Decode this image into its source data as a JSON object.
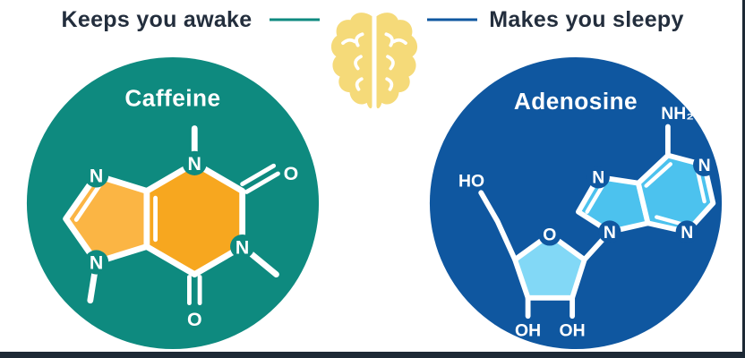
{
  "header": {
    "left_label": "Keeps you awake",
    "right_label": "Makes you sleepy"
  },
  "colors": {
    "headline_text": "#232e3d",
    "teal": "#0e8a7f",
    "blue": "#0f57a0",
    "brain_yellow": "#f5da79",
    "footer": "#1d2935",
    "caffeine_hex_fill": "#f7a71f",
    "caffeine_pent_fill": "#fbb544",
    "adenine_fill": "#4cc2ee",
    "ribose_fill": "#82d8f6"
  },
  "caffeine": {
    "title": "Caffeine",
    "atoms": {
      "n_top": "N",
      "n_right": "N",
      "n_imid_top": "N",
      "n_imid_bottom": "N",
      "o_upper": "O",
      "o_lower": "O"
    }
  },
  "adenosine": {
    "title": "Adenosine",
    "atoms": {
      "amine": "NH₂",
      "n_ring_right": "N",
      "n_ring_bottom": "N",
      "n_imid_top": "N",
      "n_imid_bottom": "N",
      "sugar_o": "O",
      "ho": "HO",
      "oh_left": "OH",
      "oh_right": "OH"
    }
  }
}
